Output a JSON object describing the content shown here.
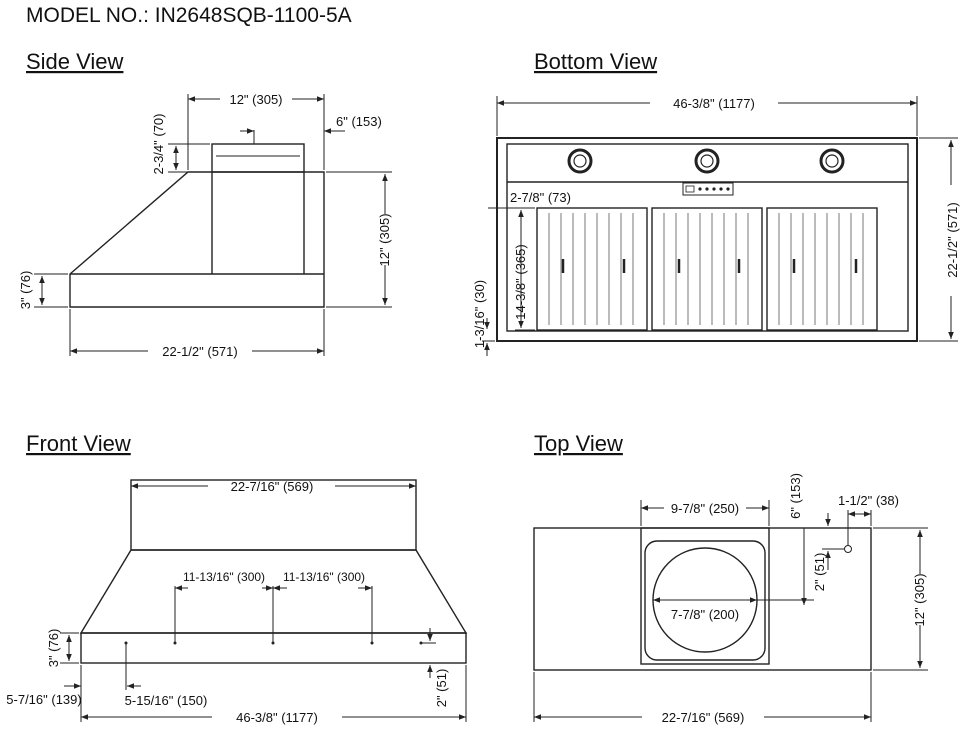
{
  "title": "MODEL NO.: IN2648SQB-1100-5A",
  "views": {
    "side": {
      "heading": "Side View",
      "dims": {
        "top_width": "12\" (305)",
        "duct": "6\" (153)",
        "collar_height": "2-3/4\" (70)",
        "body_height": "12\" (305)",
        "front_height": "3\" (76)",
        "depth": "22-1/2\" (571)"
      }
    },
    "bottom": {
      "heading": "Bottom View",
      "dims": {
        "width": "46-3/8\" (1177)",
        "depth": "22-1/2\" (571)",
        "front_offset": "2-7/8\" (73)",
        "filter_depth": "14-3/8\" (365)",
        "rear_offset": "1-3/16\" (30)"
      }
    },
    "front": {
      "heading": "Front View",
      "dims": {
        "top_width": "22-7/16\" (569)",
        "spacing_left": "11-13/16\" (300)",
        "spacing_right": "11-13/16\" (300)",
        "front_height": "3\" (76)",
        "edge_offset": "5-7/16\" (139)",
        "hole_offset": "5-15/16\" (150)",
        "total_width": "46-3/8\" (1177)",
        "hole_height": "2\" (51)"
      }
    },
    "top": {
      "heading": "Top View",
      "dims": {
        "collar_width": "9-7/8\" (250)",
        "duct_offset": "6\" (153)",
        "screw_offset": "1-1/2\" (38)",
        "screw_height": "2\" (51)",
        "duct_diameter": "7-7/8\" (200)",
        "depth": "12\" (305)",
        "width": "22-7/16\" (569)"
      }
    }
  },
  "colors": {
    "line": "#222222",
    "background": "#ffffff"
  }
}
